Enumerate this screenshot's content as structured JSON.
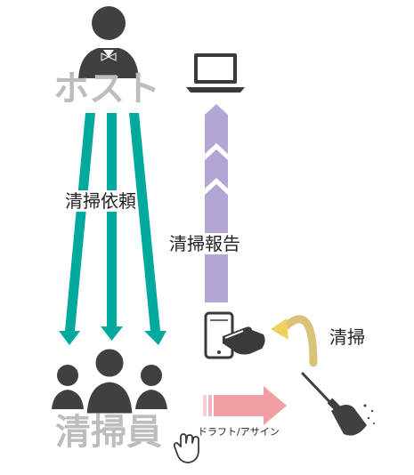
{
  "labels": {
    "host": "ホスト",
    "cleaner": "清掃員",
    "request": "清掃依頼",
    "report": "清掃報告",
    "clean": "清掃",
    "draft": "ドラフト/アサイン"
  },
  "colors": {
    "teal": "#00a99d",
    "lavender": "#b3a6d4",
    "pink": "#f0a0a5",
    "gold": "#d9c27a",
    "figure": "#404040",
    "faded_text": "#bdbdbd"
  },
  "icons": [
    "host-person-icon",
    "laptop-icon",
    "cleaner-group-icon",
    "smartphone-tap-icon",
    "broom-icon",
    "hand-cursor-icon"
  ]
}
